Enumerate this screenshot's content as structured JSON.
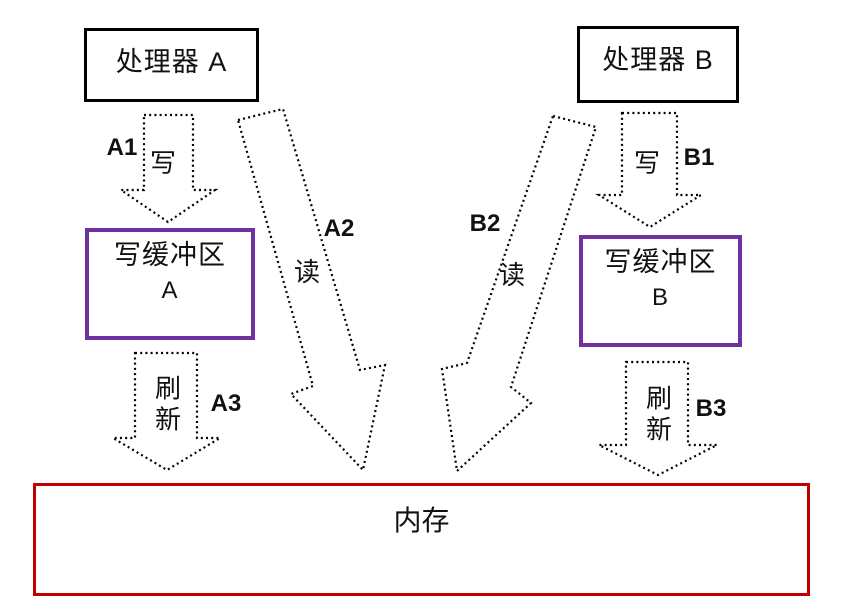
{
  "diagram": {
    "nodes": {
      "processor_a": {
        "label": "处理器 A"
      },
      "processor_b": {
        "label": "处理器 B"
      },
      "write_buffer_a": {
        "line1": "写缓冲区",
        "line2": "A"
      },
      "write_buffer_b": {
        "line1": "写缓冲区",
        "line2": "B"
      },
      "memory": {
        "label": "内存"
      }
    },
    "flows": {
      "a1": {
        "tag": "A1",
        "action": "写"
      },
      "a2": {
        "tag": "A2",
        "action": "读"
      },
      "a3": {
        "tag": "A3",
        "action": "刷新"
      },
      "b1": {
        "tag": "B1",
        "action": "写"
      },
      "b2": {
        "tag": "B2",
        "action": "读"
      },
      "b3": {
        "tag": "B3",
        "action": "刷新"
      }
    },
    "colors": {
      "processor_border": "#000000",
      "buffer_border": "#7030A0",
      "memory_border": "#C00000",
      "arrow_outline": "#000000"
    }
  }
}
